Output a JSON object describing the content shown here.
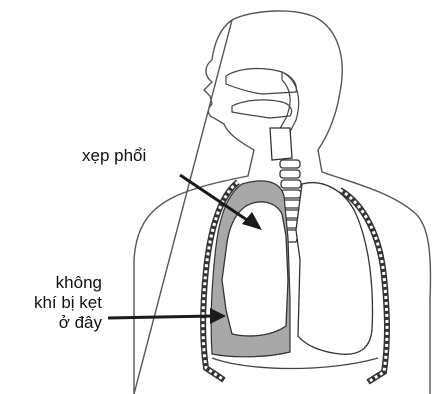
{
  "labels": {
    "collapsed_lung": "xẹp phổi",
    "trapped_air_line1": "không",
    "trapped_air_line2": "khí bị kẹt",
    "trapped_air_line3": "ở đây"
  },
  "colors": {
    "outline": "#333333",
    "shaded_air": "#a8a8a8",
    "lung_fill": "#ffffff",
    "arrow": "#1a1a1a"
  }
}
